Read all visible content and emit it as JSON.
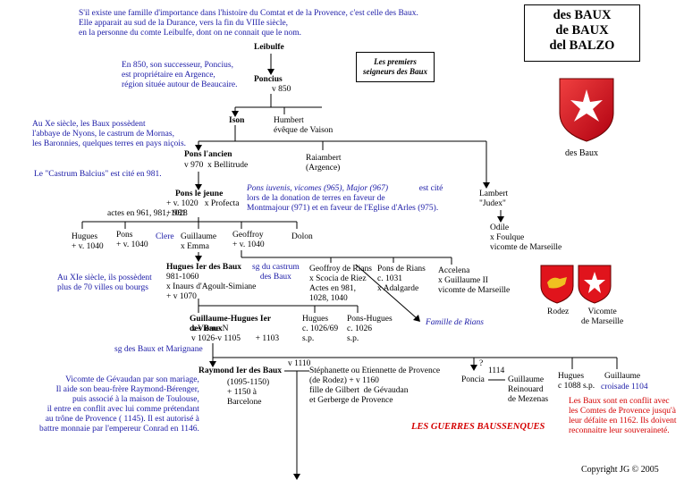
{
  "title": {
    "line1": "des BAUX",
    "line2": "de BAUX",
    "line3": "del BALZO"
  },
  "premiers_box": "Les premiers\nseigneurs des Baux",
  "crest_label": "des Baux",
  "rodez_label": "Rodez",
  "marseille_label": "Vicomte\nde Marseille",
  "colors": {
    "blue_text": "#1a1aa6",
    "red_text": "#d40000",
    "shield_red": "#e0141c"
  },
  "notes": {
    "intro": "S'il existe une famille d'importance dans l'histoire du Comtat et de la Provence, c'est celle des Baux.\nElle apparait au sud de la Durance, vers la fin du VIIIe siècle,\nen la personne du comte Leibulfe, dont on ne connait que le nom.",
    "n850": "En 850, son successeur, Poncius,\nest propriétaire en Argence,\nrégion située autour de Beaucaire.",
    "xe": "Au Xe siècle, les Baux possèdent\nl'abbaye de Nyons, le castrum de Mornas,\nles Baronnies, quelques terres en pays niçois.",
    "castrum": "Le \"Castrum Balcius\" est cité en 981.",
    "pons_iuvenis": "Pons iuvenis, vicomes (965), Major (967)",
    "pons_iuvenis_rest": "  est cité\nlors de la donation de terres en faveur de\nMontmajour (971) et en faveur de l'Eglise d'Arles (975).",
    "xie": "Au XIe siècle, ils possèdent\nplus de 70 villes ou bourgs",
    "sg_castrum": "sg du castrum\ndes Baux",
    "famille_rians": "Famille de Rians",
    "sg_marignane": "sg des Baux et Marignane",
    "gevaudan": "Vicomte de Gévaudan par son mariage,\nIl aide son beau-frère Raymond-Bérenger,\npuis associé à la maison de Toulouse,\nil entre en conflit avec lui comme prétendant\nau trône de Provence ( 1145). Il est autorisé à\nbattre monnaie par l'empereur Conrad en 1146.",
    "guerres": "LES GUERRES BAUSSENQUES",
    "conflit": "Les Baux sont en conflit avec\nles Comtes de Provence jusqu'à\nleur défaite en 1162. Ils doivent\nreconnaitre leur souveraineté.",
    "croisade": "croisade 1104",
    "clere": "Clere",
    "copyright": "Copyright JG © 2005"
  },
  "persons": {
    "leibulfe": "Leibulfe",
    "poncius_name": "Poncius",
    "poncius_date": "v 850",
    "ison": "Ison",
    "humbert": "Humbert\névêque de Vaison",
    "pons_ancien_name": "Pons l'ancien",
    "pons_ancien_info": "v 970  x Bellitrude",
    "raiambert": "Raiambert\n(Argence)",
    "pons_jeune_name": "Pons le jeune",
    "pons_jeune_info": "+ v. 1020   x Profecta\n+ 981",
    "pons_jeune_actes": "actes en 961, 981, 1028",
    "lambert": "Lambert\n\"Judex\"",
    "odile": "Odile\nx Foulque\nvicomte de Marseille",
    "hugues1": "Hugues\n+ v. 1040",
    "pons2": "Pons\n+ v. 1040",
    "guillaume1": "Guillaume\nx Emma",
    "geoffroy": "Geoffroy\n+ v. 1040",
    "dolon": "Dolon",
    "hugues_ier_name": "Hugues Ier des Baux",
    "hugues_ier_info": "981-1060\nx Inaurs d'Agoult-Simiane\n+ v 1070",
    "geoffroy_rians": "Geoffroy de Rians\nx Scocia de Riez\nActes en 981,\n1028, 1040",
    "pons_rians": "Pons de Rians\nc. 1031\nx Adalgarde",
    "accelena": "Accelena\nx Guillaume II\nvicomte de Marseille",
    "gh_name": "Guillaume-Hugues Ier\ndes Baux",
    "gh_info": "x Vierne N\nv 1026-v 1105       + 1103",
    "hugues2": "Hugues\nc. 1026/69\ns.p.",
    "pons_hugues": "Pons-Hugues\nc. 1026\ns.p.",
    "raymond_name": "Raymond Ier des Baux",
    "raymond_info": "(1095-1150)\n+ 1150 à\nBarcelone",
    "v1110": "v 1110",
    "stephanette": "Stéphanette ou Etiennette de Provence\n(de Rodez) + v 1160\nfille de Gilbert  de Gévaudan\net Gerberge de Provence",
    "question": "?",
    "poncia": "Poncia",
    "y1114": "1114",
    "guillaume_reinouard": "Guillaume\nReinouard\nde Mezenas",
    "hugues3": "Hugues\nc 1088 s.p.",
    "guillaume3": "Guillaume"
  }
}
